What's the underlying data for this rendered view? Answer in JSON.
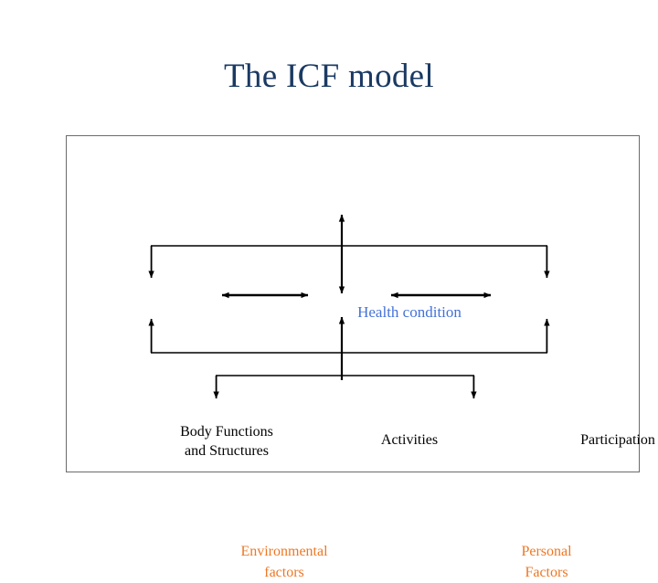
{
  "slide": {
    "title": "The ICF model",
    "title_color": "#1a3a63",
    "background_color": "#ffffff"
  },
  "diagram": {
    "frame_border_color": "#6b6b6b",
    "connector_color": "#000000",
    "nodes": [
      {
        "id": "health-condition",
        "label": "Health condition",
        "color": "#4472d8",
        "tier": "top"
      },
      {
        "id": "body-functions-and-structures",
        "label": "Body Functions\nand Structures",
        "line1": "Body Functions",
        "line2": "and Structures",
        "color": "#000000",
        "tier": "middle"
      },
      {
        "id": "activities",
        "label": "Activities",
        "color": "#000000",
        "tier": "middle"
      },
      {
        "id": "participation",
        "label": "Participation",
        "color": "#000000",
        "tier": "middle"
      },
      {
        "id": "environmental-factors",
        "label": "Environmental\nfactors",
        "line1": "Environmental",
        "line2": "factors",
        "color": "#ee7723",
        "tier": "bottom"
      },
      {
        "id": "personal-factors",
        "label": "Personal\nFactors",
        "line1": "Personal",
        "line2": "Factors",
        "color": "#ee7723",
        "tier": "bottom"
      }
    ],
    "connectors": [
      {
        "id": "health-to-activities",
        "from": "health-condition",
        "to": "activities",
        "style": "double-headed-vertical"
      },
      {
        "id": "health-bracket-to-body-functions",
        "from": "health-condition",
        "to": "body-functions-and-structures",
        "style": "elbow-arrow-down"
      },
      {
        "id": "health-bracket-to-participation",
        "from": "health-condition",
        "to": "participation",
        "style": "elbow-arrow-down"
      },
      {
        "id": "body-functions-to-activities",
        "from": "body-functions-and-structures",
        "to": "activities",
        "style": "double-headed-horizontal"
      },
      {
        "id": "activities-to-participation",
        "from": "activities",
        "to": "participation",
        "style": "double-headed-horizontal"
      },
      {
        "id": "contextual-bracket-to-body-functions",
        "from": "activities",
        "to": "body-functions-and-structures",
        "style": "elbow-arrow-up"
      },
      {
        "id": "contextual-bracket-to-participation",
        "from": "activities",
        "to": "participation",
        "style": "elbow-arrow-up"
      },
      {
        "id": "bracket-to-environmental-factors",
        "from": "activities",
        "to": "environmental-factors",
        "style": "elbow-arrow-down"
      },
      {
        "id": "bracket-to-personal-factors",
        "from": "activities",
        "to": "personal-factors",
        "style": "elbow-arrow-down"
      }
    ]
  }
}
